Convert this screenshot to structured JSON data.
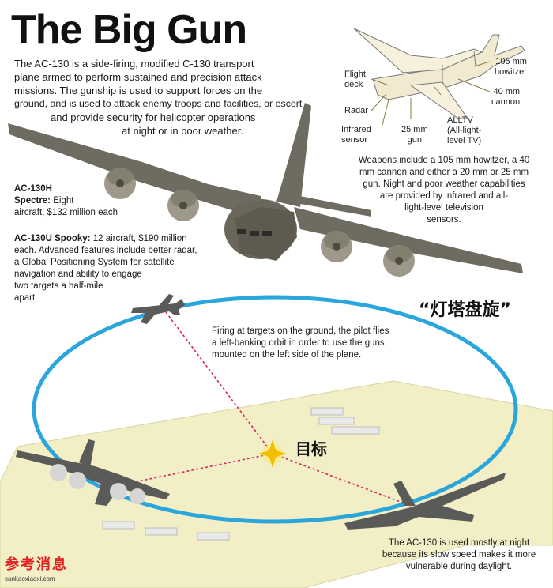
{
  "title": "The Big Gun",
  "intro_lines": [
    "The AC-130 is a side-firing, modified C-130 transport",
    "plane armed to perform sustained and precision attack",
    "missions. The gunship is used to support forces on the",
    "ground, and is used to attack enemy troops and facilities, or escort",
    "and provide security for helicopter operations",
    "at night or in poor weather."
  ],
  "spectre": {
    "heading": "AC-130H",
    "name": "Spectre:",
    "text_line1": "Eight",
    "text_line2": "aircraft, $132 million each"
  },
  "spooky": {
    "name": "AC-130U Spooky:",
    "lines": [
      "12 aircraft, $190 million",
      "each. Advanced features include better radar,",
      "a Global Positioning System for satellite",
      "navigation and ability to engage",
      "two targets a half-mile",
      "apart."
    ]
  },
  "diagram_labels": {
    "flight_deck": [
      "Flight",
      "deck"
    ],
    "radar": "Radar",
    "infrared": [
      "Infrared",
      "sensor"
    ],
    "gun25": [
      "25 mm",
      "gun"
    ],
    "alltv": [
      "ALLTV",
      "(All-light-",
      "level TV)"
    ],
    "howitzer": [
      "105 mm",
      "howitzer"
    ],
    "cannon": [
      "40 mm",
      "cannon"
    ]
  },
  "weapons_lines": [
    "Weapons include a 105 mm howitzer, a 40",
    "mm cannon and either a 20 mm or 25 mm",
    "gun. Night and poor weather capabilities",
    "are provided by infrared and all-",
    "light-level television",
    "sensors."
  ],
  "orbit_lines": [
    "Firing at targets on the ground, the pilot flies",
    "a left-banking orbit in order to use the guns",
    "mounted on the left side of the plane."
  ],
  "bottom_lines": [
    "The AC-130 is used mostly at night",
    "because its slow speed makes it more",
    "vulnerable during daylight."
  ],
  "cn_orbit": "“灯塔盘旋”",
  "cn_target": "目标",
  "watermark": {
    "cn": "参考消息",
    "url": "cankaoxiaoxi.com"
  },
  "colors": {
    "orbit": "#2aa6dc",
    "target_line": "#d0285a",
    "ground": "#f2efc6",
    "plane": "#5a5a58"
  }
}
